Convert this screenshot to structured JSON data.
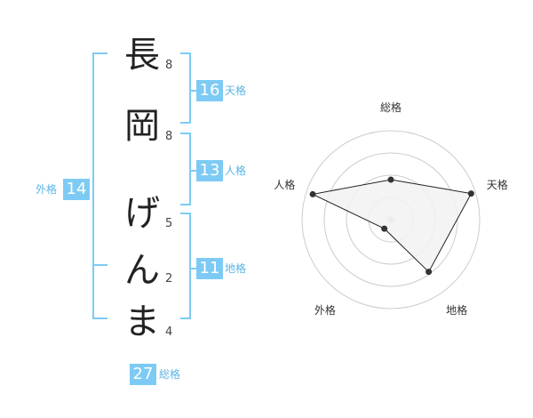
{
  "name_chars": [
    {
      "char": "長",
      "strokes": "8"
    },
    {
      "char": "岡",
      "strokes": "8"
    },
    {
      "char": "げ",
      "strokes": "5"
    },
    {
      "char": "ん",
      "strokes": "2"
    },
    {
      "char": "ま",
      "strokes": "4"
    }
  ],
  "fortune": {
    "tenkaku": {
      "value": "16",
      "label": "天格"
    },
    "jinkaku": {
      "value": "13",
      "label": "人格"
    },
    "chikaku": {
      "value": "11",
      "label": "地格"
    },
    "gaikaku": {
      "value": "14",
      "label": "外格"
    },
    "soukaku": {
      "value": "27",
      "label": "総格"
    }
  },
  "colors": {
    "accent": "#7dcbf4",
    "accent_text": "#5cb4e6",
    "radar_fill": "#f2f2f2",
    "radar_line": "#222222",
    "grid": "#cccccc"
  },
  "chart_data": {
    "type": "radar",
    "axes": [
      "総格",
      "天格",
      "地格",
      "外格",
      "人格"
    ],
    "range": [
      0,
      4
    ],
    "values": [
      1.8,
      3.8,
      2.9,
      0.5,
      3.7
    ],
    "grid_rings": 4
  }
}
